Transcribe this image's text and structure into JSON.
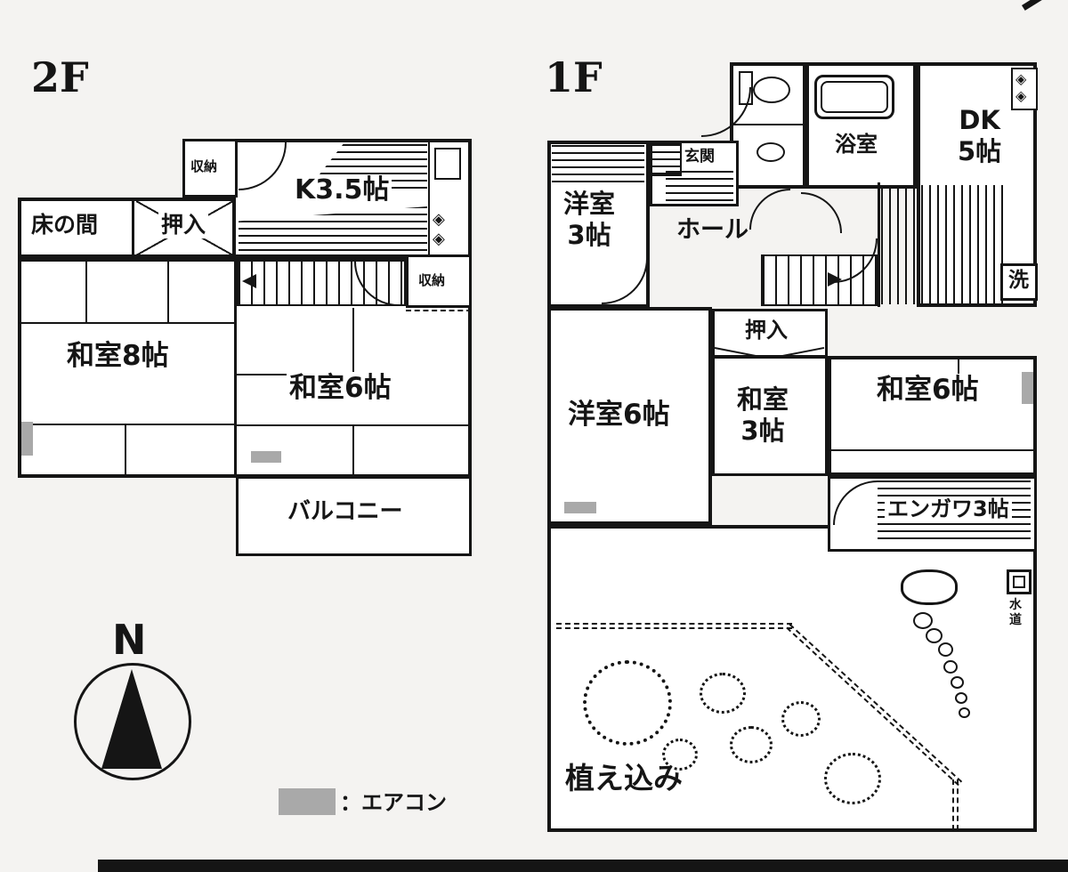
{
  "palette": {
    "ink": "#151515",
    "paper": "#f4f3f1",
    "aircon_gray": "#a9a9a9"
  },
  "floor2": {
    "title": "2F",
    "storage_top": "収納",
    "kitchen": "K3.5帖",
    "tokonoma": "床の間",
    "oshiire": "押入",
    "washitsu8": "和室8帖",
    "storage_right": "収納",
    "washitsu6": "和室6帖",
    "balcony": "バルコニー",
    "burner_icons": "◈\n◈"
  },
  "floor1": {
    "title": "1F",
    "yoshitsu3": "洋室\n3帖",
    "genkan": "玄関",
    "bath": "浴室",
    "dk": "DK\n5帖",
    "corner_icons": "◈\n◈",
    "hall": "ホール",
    "laundry": "洗",
    "oshiire": "押入",
    "yoshitsu6": "洋室6帖",
    "washitsu3": "和室\n3帖",
    "washitsu6": "和室6帖",
    "engawa": "エンガワ3帖",
    "water_tap": "水\n道",
    "garden": "植え込み"
  },
  "compass": {
    "north_label": "N"
  },
  "legend": {
    "aircon_label": "：エアコン"
  }
}
